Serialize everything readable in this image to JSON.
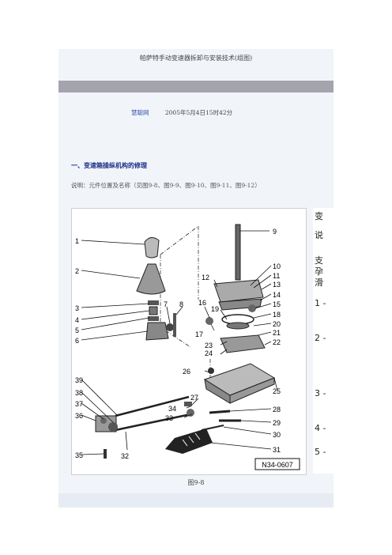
{
  "title": "帕萨特手动变速器拆卸与安装技术(组图)",
  "meta": {
    "source": "慧聪网",
    "date": "2005年5月4日15时42分"
  },
  "section_heading": "一、变速箱操纵机构的修理",
  "description": "说明：元件位置及名称（见图9-8、图9-9、图9-10、图9-11、图9-12）",
  "figure": {
    "code": "N34-0607",
    "caption": "图9-8",
    "parts": [
      "1",
      "2",
      "3",
      "4",
      "5",
      "6",
      "7",
      "8",
      "9",
      "10",
      "11",
      "12",
      "13",
      "14",
      "15",
      "16",
      "17",
      "18",
      "19",
      "20",
      "21",
      "22",
      "23",
      "24",
      "25",
      "26",
      "27",
      "28",
      "29",
      "30",
      "31",
      "32",
      "33",
      "34",
      "35",
      "36",
      "37",
      "38",
      "39"
    ]
  },
  "side_text": [
    "变",
    "说",
    "支",
    "孕",
    "滑",
    "1 -",
    "2 -",
    "3 -",
    "4 -",
    "5 -"
  ]
}
